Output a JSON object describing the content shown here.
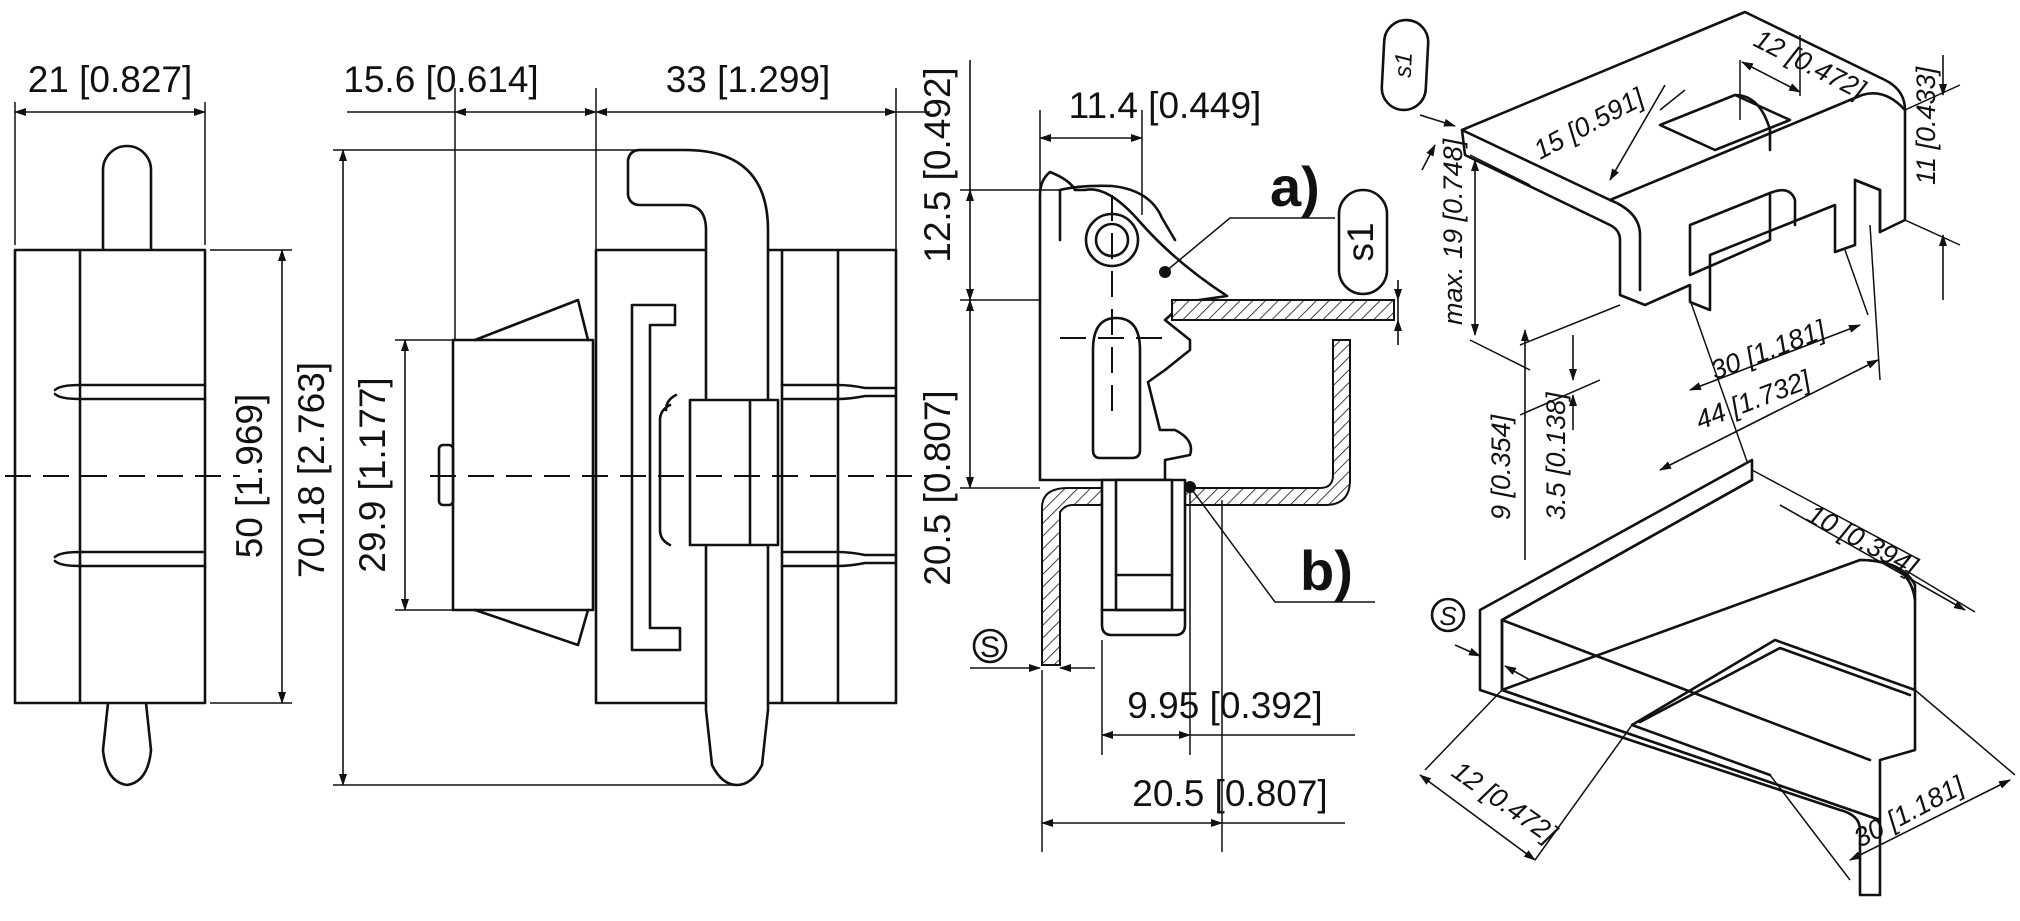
{
  "drawing": {
    "front_view": {
      "width": "21 [0.827]",
      "height": "50 [1.969]"
    },
    "side_view": {
      "pin_offset": "15.6 [0.614]",
      "body_width": "33 [1.299]",
      "overall_height": "70.18 [2.763]",
      "latch_height": "29.9 [1.177]"
    },
    "section_view": {
      "top_width": "11.4 [0.449]",
      "upper_height": "12.5 [0.492]",
      "lower_height": "20.5 [0.807]",
      "slot_width": "9.95 [0.392]",
      "bottom_width": "20.5 [0.807]",
      "callout_a": "a)",
      "callout_b": "b)",
      "label_s1": "s1",
      "label_s": "S"
    },
    "iso_upper": {
      "label_s1": "s1",
      "tab_width": "12 [0.472]",
      "tab_depth": "15 [0.591]",
      "tab_height": "11 [0.433]",
      "max_height": "max. 19 [0.748]",
      "cutout_width": "30 [1.181]",
      "overall_width": "44 [1.732]",
      "step_9": "9 [0.354]",
      "step_3_5": "3.5 [0.138]"
    },
    "iso_lower": {
      "label_s": "S",
      "flange_depth": "10 [0.394]",
      "slot_depth": "12 [0.472]",
      "slot_width": "30 [1.181]"
    }
  }
}
